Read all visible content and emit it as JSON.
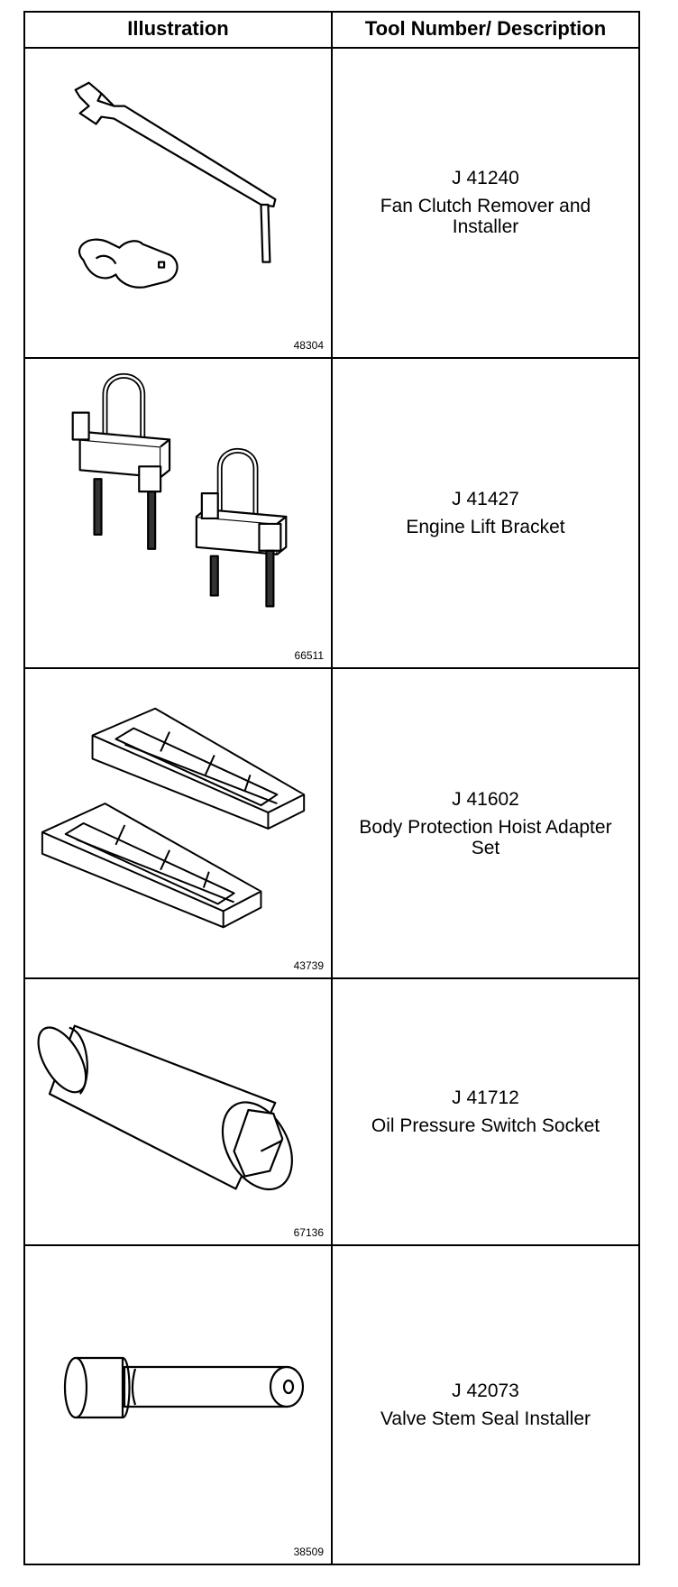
{
  "table": {
    "header_illustration": "Illustration",
    "header_description": "Tool Number/ Description"
  },
  "tools": [
    {
      "number": "J 41240",
      "description": "Fan Clutch Remover and Installer",
      "figure": "48304",
      "icon": "fan-clutch-wrench-icon"
    },
    {
      "number": "J 41427",
      "description": "Engine Lift Bracket",
      "figure": "66511",
      "icon": "lift-bracket-icon"
    },
    {
      "number": "J 41602",
      "description": "Body Protection Hoist Adapter Set",
      "figure": "43739",
      "icon": "hoist-adapter-icon"
    },
    {
      "number": "J 41712",
      "description": "Oil Pressure Switch Socket",
      "figure": "67136",
      "icon": "socket-icon"
    },
    {
      "number": "J 42073",
      "description": "Valve Stem Seal Installer",
      "figure": "38509",
      "icon": "seal-installer-icon"
    }
  ]
}
